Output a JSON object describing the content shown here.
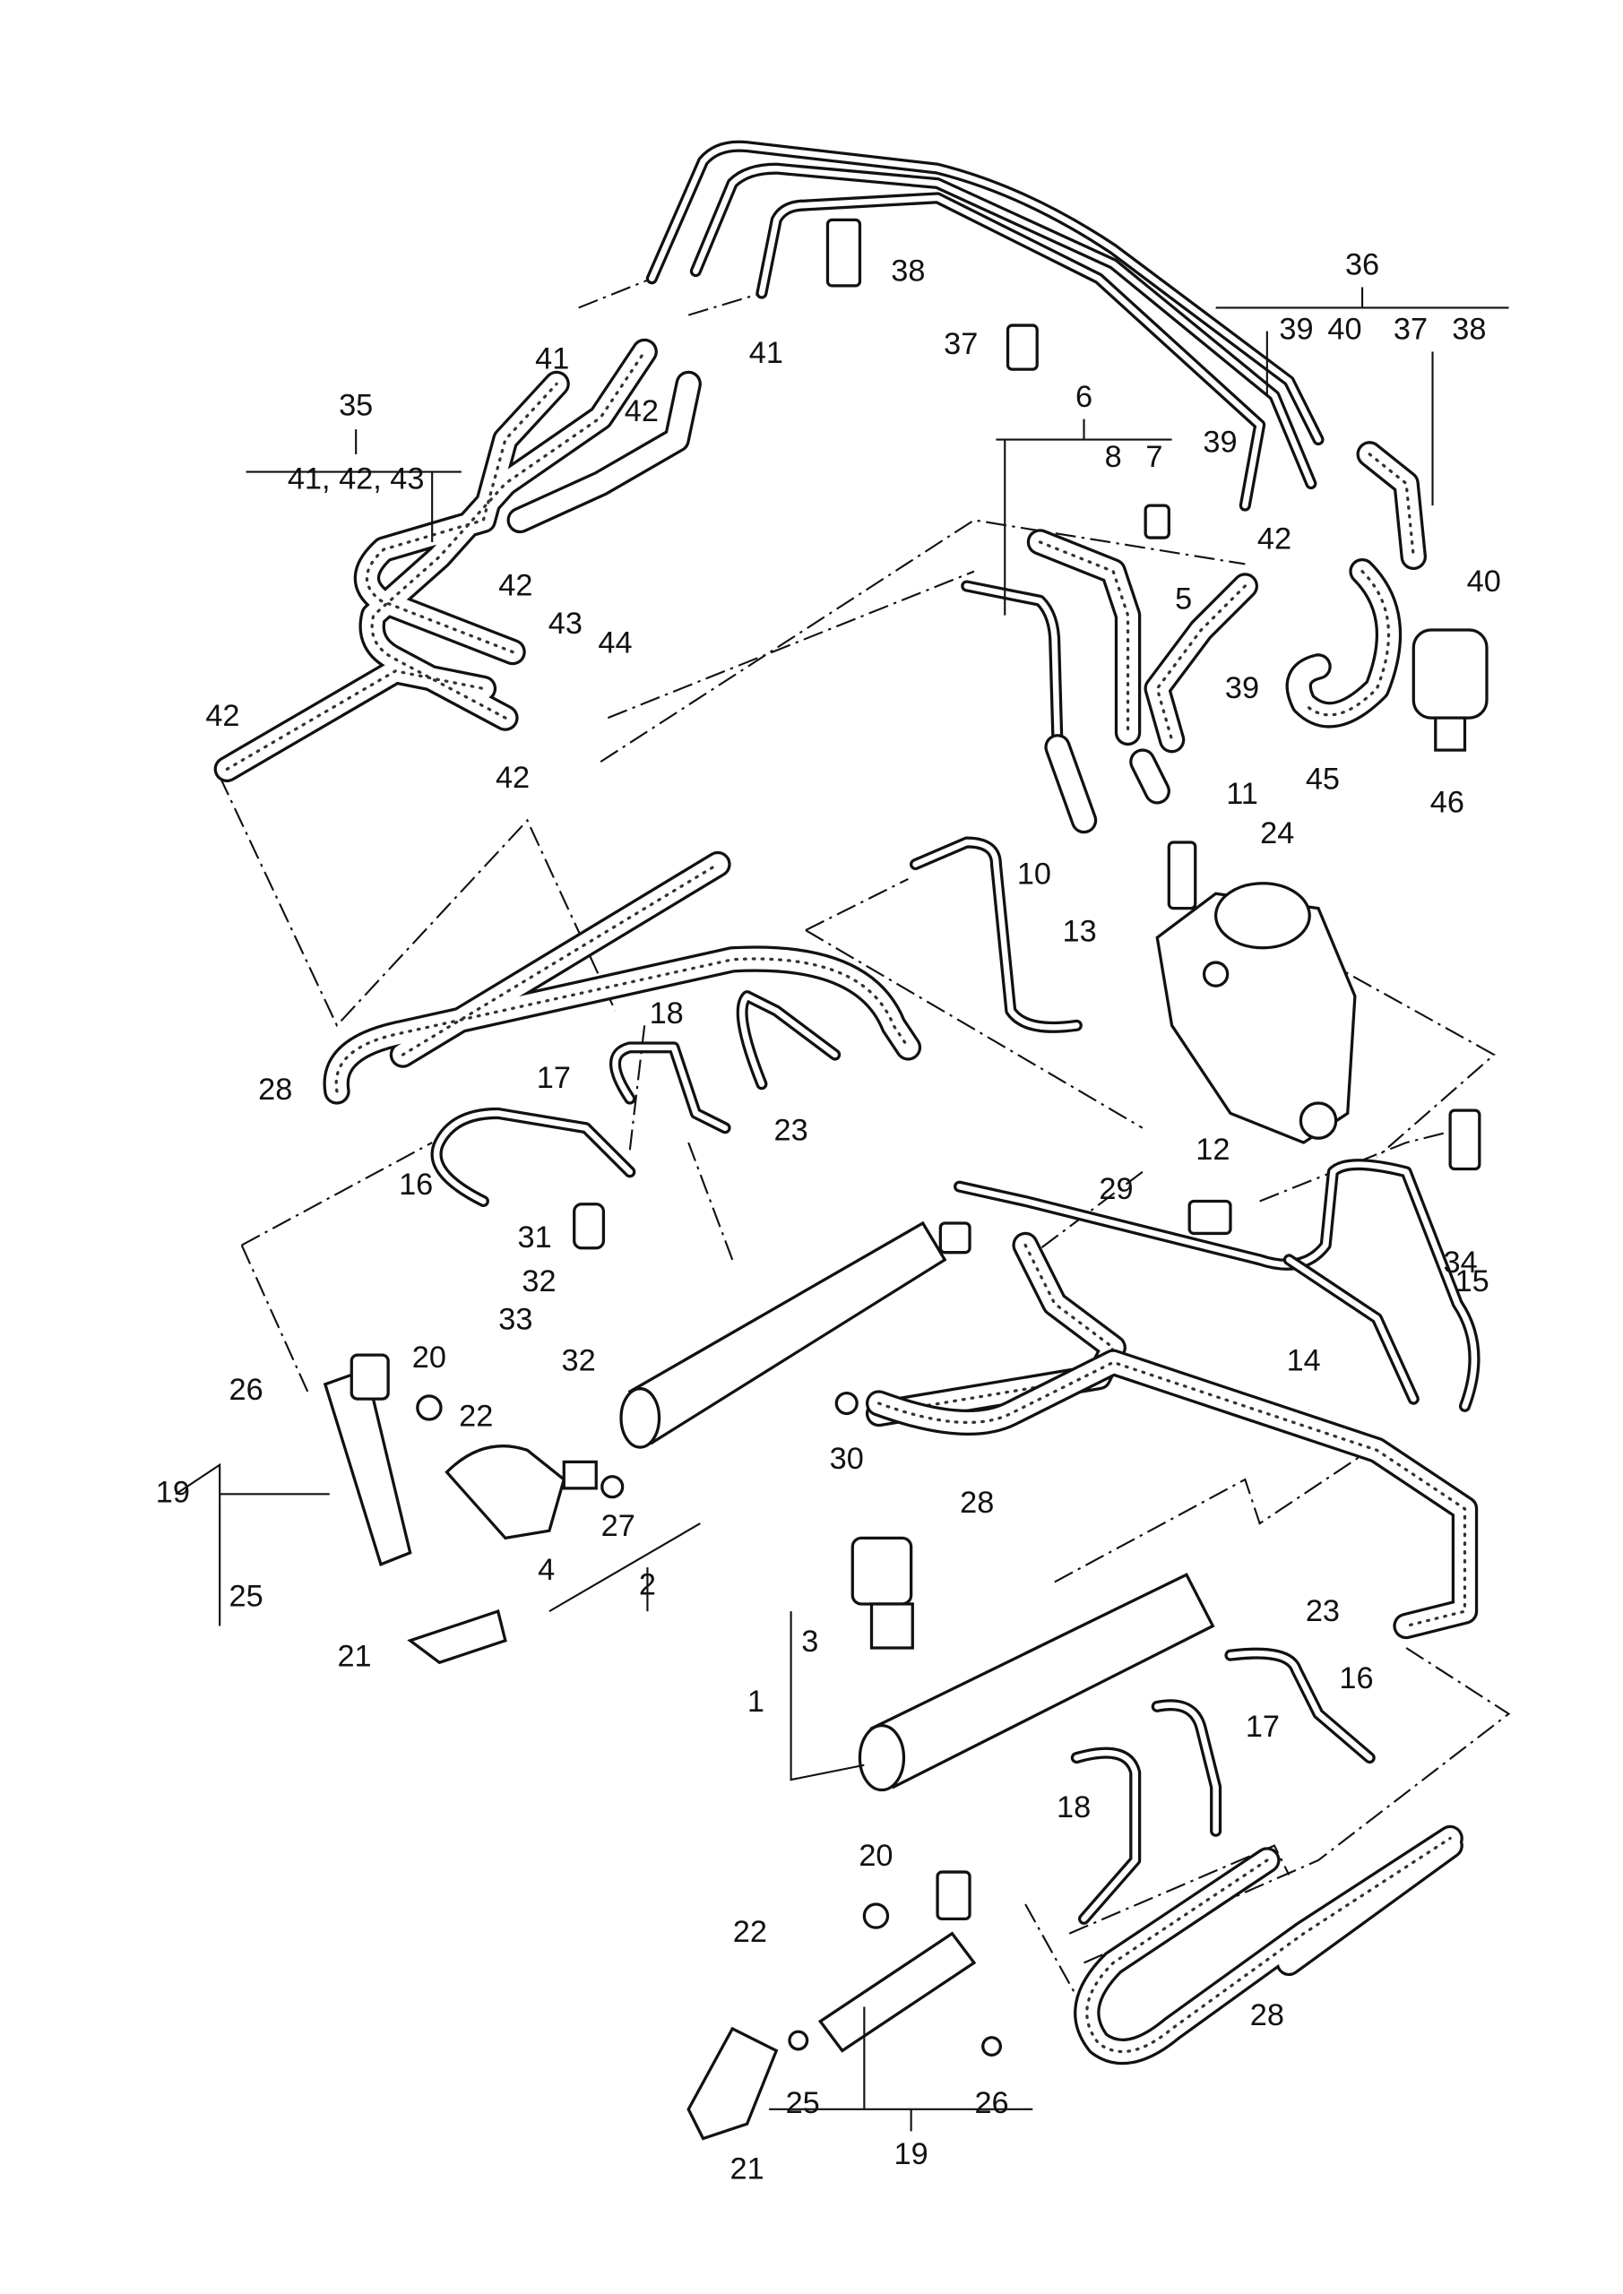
{
  "diagram": {
    "labels": [
      "36",
      "39",
      "40",
      "37",
      "38",
      "38",
      "37",
      "41",
      "41",
      "42",
      "35",
      "41, 42, 43",
      "6",
      "8",
      "7",
      "39",
      "42",
      "40",
      "5",
      "42",
      "43",
      "44",
      "42",
      "42",
      "39",
      "45",
      "46",
      "11",
      "24",
      "10",
      "13",
      "18",
      "28",
      "17",
      "23",
      "16",
      "29",
      "12",
      "34",
      "31",
      "32",
      "33",
      "32",
      "15",
      "14",
      "20",
      "26",
      "22",
      "19",
      "30",
      "28",
      "27",
      "4",
      "2",
      "25",
      "21",
      "23",
      "3",
      "1",
      "16",
      "17",
      "18",
      "20",
      "22",
      "28",
      "25",
      "26",
      "21",
      "19"
    ]
  }
}
